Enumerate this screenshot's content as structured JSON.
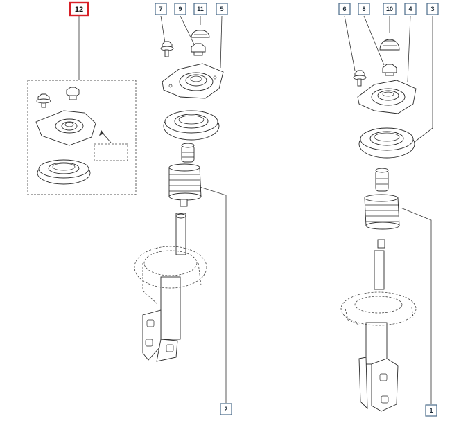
{
  "callouts": [
    {
      "id": "12",
      "label": "12",
      "highlighted": true
    },
    {
      "id": "7",
      "label": "7"
    },
    {
      "id": "9",
      "label": "9"
    },
    {
      "id": "11",
      "label": "11"
    },
    {
      "id": "5",
      "label": "5"
    },
    {
      "id": "6",
      "label": "6"
    },
    {
      "id": "8",
      "label": "8"
    },
    {
      "id": "10",
      "label": "10"
    },
    {
      "id": "4",
      "label": "4"
    },
    {
      "id": "3",
      "label": "3"
    },
    {
      "id": "2",
      "label": "2"
    },
    {
      "id": "1",
      "label": "1"
    }
  ],
  "colors": {
    "callout_border": "#4a6b8a",
    "highlight_border": "#d81f26",
    "line_art": "#2a2a2a"
  }
}
